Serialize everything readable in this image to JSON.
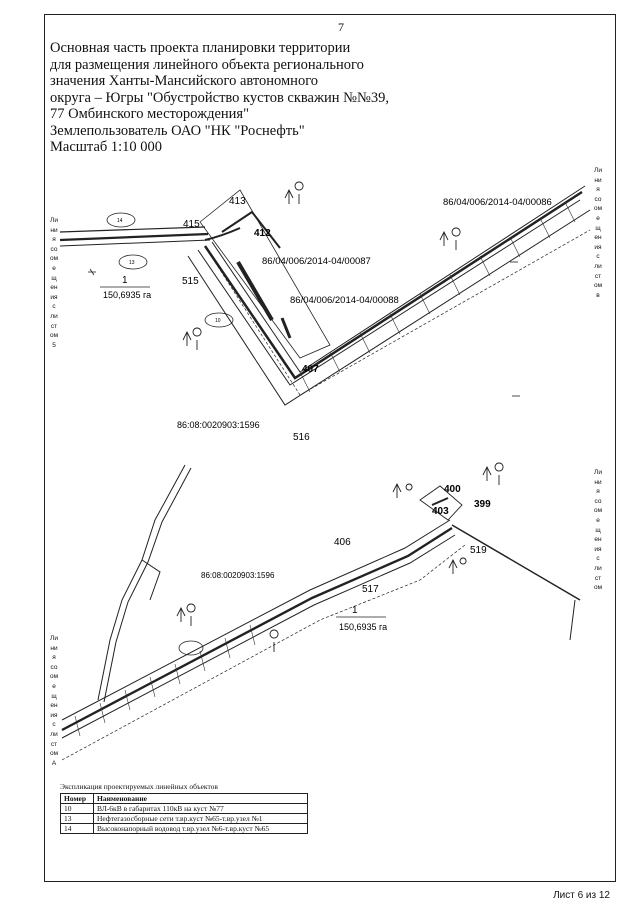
{
  "page_number": "7",
  "title_lines": [
    "Основная часть проекта планировки территории",
    "для размещения линейного объекта регионального",
    "значения Ханты-Мансийского автономного",
    "округа – Югры \"Обустройство кустов скважин №№39,",
    "77 Омбинского  месторождения\"",
    "Землепользователь ОАО \"НК \"Роснефть\"",
    "Масштаб 1:10 000"
  ],
  "boundary_label_chars": [
    "Ли",
    "ни",
    "я",
    "со",
    "ом",
    "е",
    "щ",
    "ен",
    "ия",
    "с",
    "ли",
    "ст",
    "ом"
  ],
  "boundary_labels": {
    "left_top_end": "5",
    "right_top_end": "в",
    "left_bottom_end": "А"
  },
  "parcels": {
    "p1": "86/04/006/2014-04/00086",
    "p2": "86/04/006/2014-04/00087",
    "p3": "86/04/006/2014-04/00088",
    "p4": "86:08:0020903:1596",
    "p5": "86:08:0020903:1596"
  },
  "points": {
    "n413": "413",
    "n415": "415",
    "n412": "412",
    "n515": "515",
    "n407": "407",
    "n516": "516",
    "n400": "400",
    "n403": "403",
    "n399": "399",
    "n406": "406",
    "n519": "519",
    "n517": "517"
  },
  "area_top": {
    "number": "1",
    "area": "150,6935 га"
  },
  "area_bottom": {
    "number": "1",
    "area": "150,6935 га"
  },
  "circles": {
    "c14": "14",
    "c13": "13",
    "c10": "10"
  },
  "legend": {
    "caption": "Экспликация проектируемых линейных объектов",
    "headers": [
      "Номер",
      "Наименование"
    ],
    "rows": [
      {
        "num": "10",
        "name": "ВЛ-6кВ в габаритах 110кВ на куст №77"
      },
      {
        "num": "13",
        "name": "Нефтегазосборные сети т.вр.куст №65-т.вр.узел №1"
      },
      {
        "num": "14",
        "name": "Высоконапорный водовод т.вр.узел №6-т.вр.куст №65"
      }
    ]
  },
  "footer": "Лист 6 из 12"
}
